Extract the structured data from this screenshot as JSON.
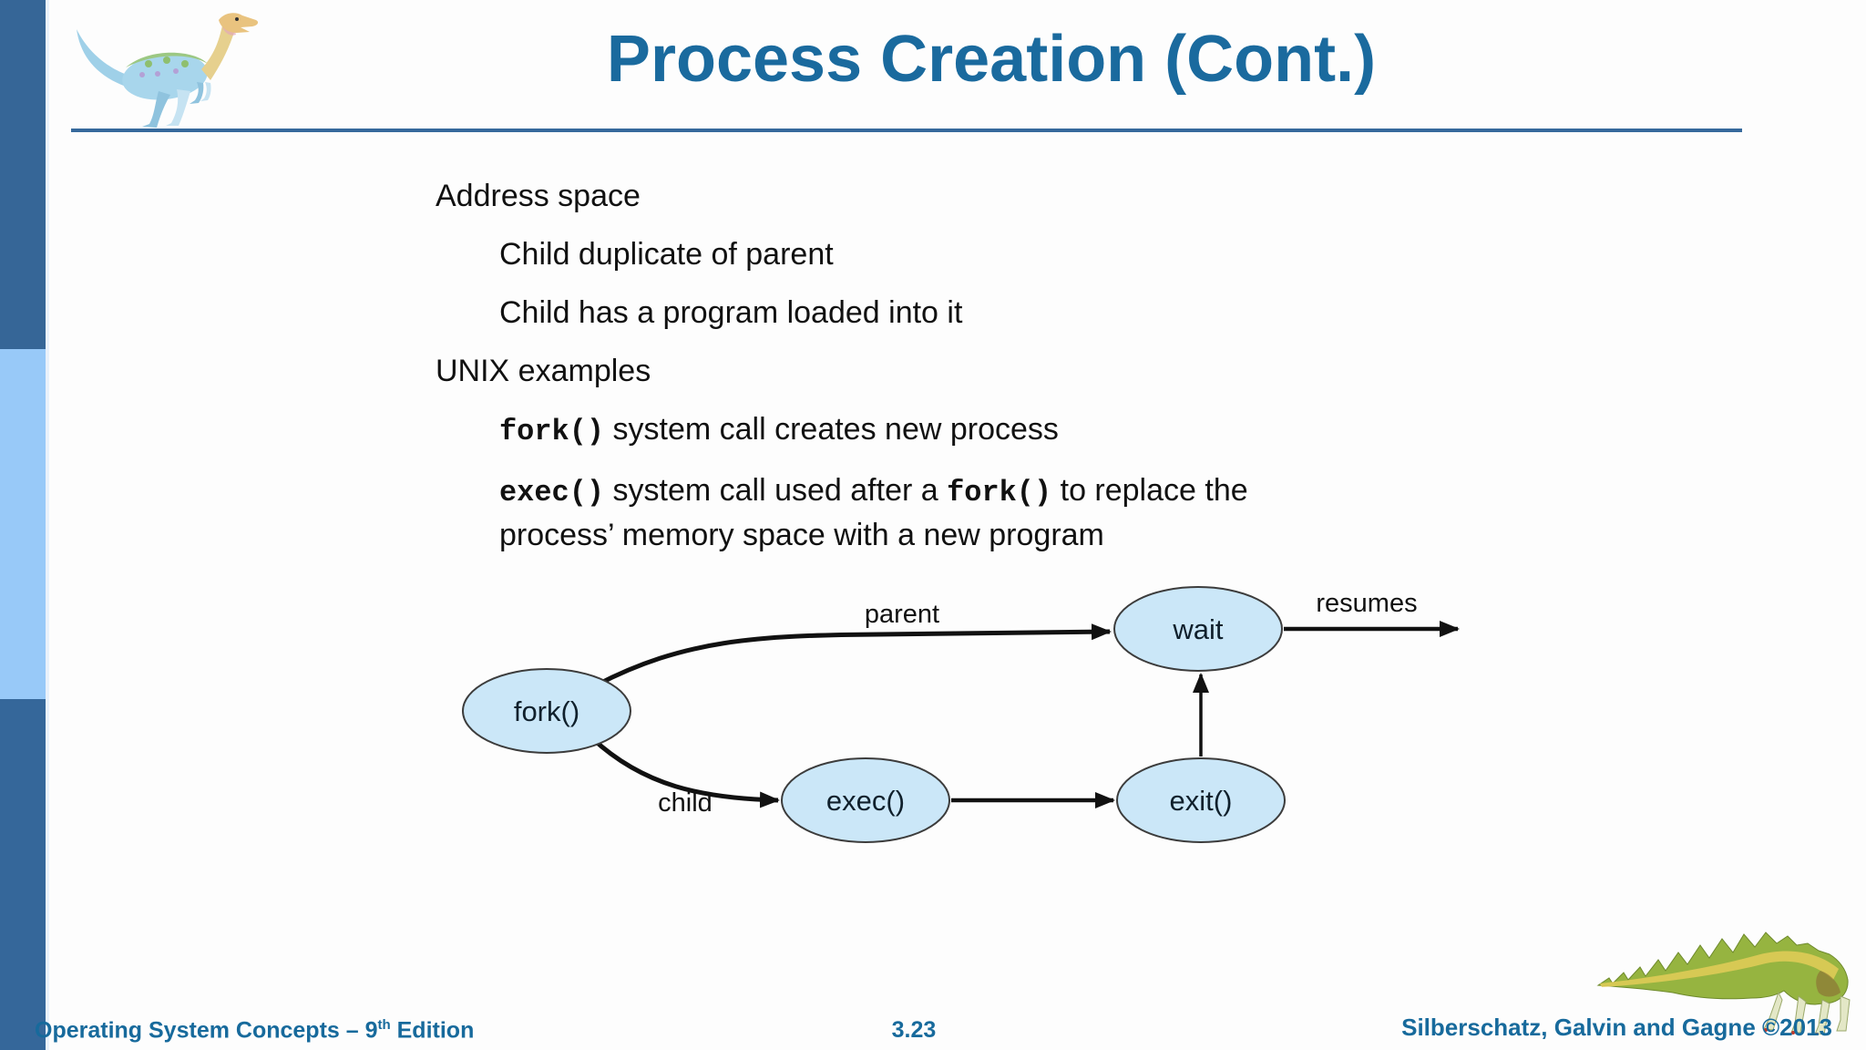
{
  "header": {
    "title": "Process Creation (Cont.)"
  },
  "content": {
    "bullets": [
      {
        "text": "Address space"
      },
      {
        "text": "Child duplicate of parent"
      },
      {
        "text": "Child has a program loaded into it"
      },
      {
        "text": "UNIX examples"
      },
      {
        "code1": "fork()",
        "text1": " system call creates new process"
      },
      {
        "code1": "exec()",
        "text1": " system call used after a ",
        "code2": "fork()",
        "text2": " to replace the",
        "line2": "process’ memory space with a new program"
      }
    ]
  },
  "diagram": {
    "type": "state-diagram",
    "nodes": {
      "fork": "fork()",
      "exec": "exec()",
      "exit": "exit()",
      "wait": "wait"
    },
    "labels": {
      "parent": "parent",
      "child": "child",
      "resumes": "resumes"
    },
    "node_fill": "#cbe7f8",
    "node_stroke": "#3c3c3c",
    "edge_color": "#111111"
  },
  "decorations": {
    "top_left_icon": "theropod-dinosaur-illustration",
    "bottom_right_icon": "spiky-dinosaur-illustration"
  },
  "colors": {
    "accent_title": "#1a6a9e",
    "accent_footer": "#176a9c",
    "bar_dark": "#366697",
    "bar_light": "#98c9f8",
    "rule": "#36699c"
  },
  "footer": {
    "book": "Operating System Concepts – 9",
    "edition_sup": "th",
    "edition_rest": " Edition",
    "page": "3.23",
    "authors": "Silberschatz, Galvin and Gagne ©2013"
  }
}
